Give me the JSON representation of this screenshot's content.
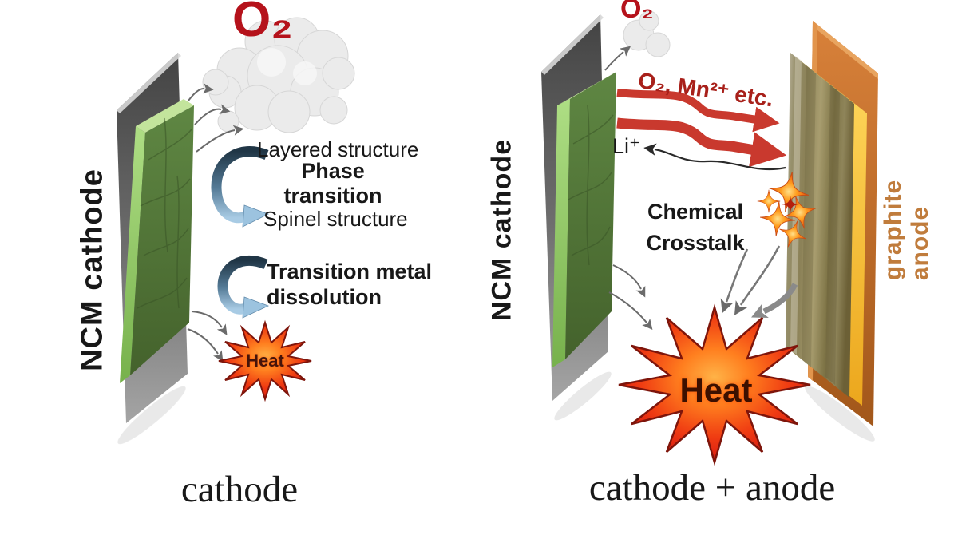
{
  "figure": {
    "left_panel": {
      "electrode_label": "NCM cathode",
      "o2_label": "O₂",
      "layered_label": "Layered structure",
      "phase_label": "Phase transition",
      "spinel_label": "Spinel structure",
      "dissolution_label": "Transition metal dissolution",
      "heat_label": "Heat",
      "caption": "cathode"
    },
    "right_panel": {
      "electrode_label": "NCM cathode",
      "anode_label": "graphite anode",
      "o2_label": "O₂",
      "species_label": "O₂, Mn²⁺ etc.",
      "li_label": "Li⁺",
      "crosstalk_label": "Chemical Crosstalk",
      "heat_label": "Heat",
      "caption": "cathode + anode"
    },
    "colors": {
      "o2_red": "#b5121b",
      "species_red": "#a8201a",
      "red_arrow": "#c9392e",
      "heat_star_edge": "#d11010",
      "heat_star_core": "#ffb347",
      "spark_orange": "#f07818",
      "cathode_green_light": "#aede84",
      "cathode_green_dark": "#4b6b31",
      "collector_gray": "#6f6f6f",
      "anode_copper": "#c06a2a",
      "anode_yellow": "#f5c030",
      "graphite_olive": "#8b8157",
      "anode_label_orange": "#c07c3c",
      "blue_arrow_dark": "#203646",
      "blue_arrow_light": "#a8cbe4"
    }
  }
}
